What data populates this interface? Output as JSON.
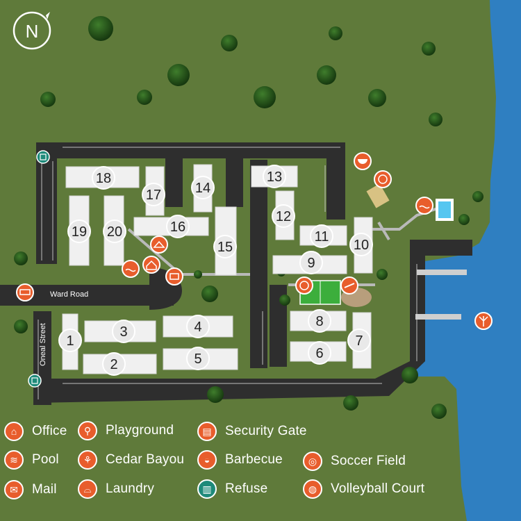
{
  "compass": {
    "letter": "N"
  },
  "roads": {
    "ward": "Ward Road",
    "oneal": "Oneal Street"
  },
  "buildings": [
    "1",
    "2",
    "3",
    "4",
    "5",
    "6",
    "7",
    "8",
    "9",
    "10",
    "11",
    "12",
    "13",
    "14",
    "15",
    "16",
    "17",
    "18",
    "19",
    "20"
  ],
  "legend": [
    {
      "label": "Office",
      "icon": "office-icon",
      "glyph": "⌂",
      "color": "#e85d2c"
    },
    {
      "label": "Playground",
      "icon": "playground-icon",
      "glyph": "⚲",
      "color": "#e85d2c"
    },
    {
      "label": "Security Gate",
      "icon": "security-gate-icon",
      "glyph": "▤",
      "color": "#e85d2c"
    },
    {
      "label": "Pool",
      "icon": "pool-icon",
      "glyph": "≋",
      "color": "#e85d2c"
    },
    {
      "label": "Cedar Bayou",
      "icon": "cedar-bayou-icon",
      "glyph": "⚘",
      "color": "#e85d2c"
    },
    {
      "label": "Barbecue",
      "icon": "barbecue-icon",
      "glyph": "◒",
      "color": "#e85d2c"
    },
    {
      "label": "Soccer Field",
      "icon": "soccer-ball-icon",
      "glyph": "◎",
      "color": "#e85d2c"
    },
    {
      "label": "Mail",
      "icon": "mailbox-icon",
      "glyph": "✉",
      "color": "#e85d2c"
    },
    {
      "label": "Laundry",
      "icon": "laundry-icon",
      "glyph": "⌓",
      "color": "#e85d2c"
    },
    {
      "label": "Refuse",
      "icon": "refuse-icon",
      "glyph": "▥",
      "color": "#1e8a7a"
    },
    {
      "label": "Volleyball Court",
      "icon": "volleyball-icon",
      "glyph": "◍",
      "color": "#e85d2c"
    }
  ],
  "colors": {
    "grass": "#5f7a3a",
    "water": "#2f7fc1",
    "asphalt": "#2e2e2e",
    "accent": "#e85d2c",
    "refuse": "#1e8a7a"
  }
}
